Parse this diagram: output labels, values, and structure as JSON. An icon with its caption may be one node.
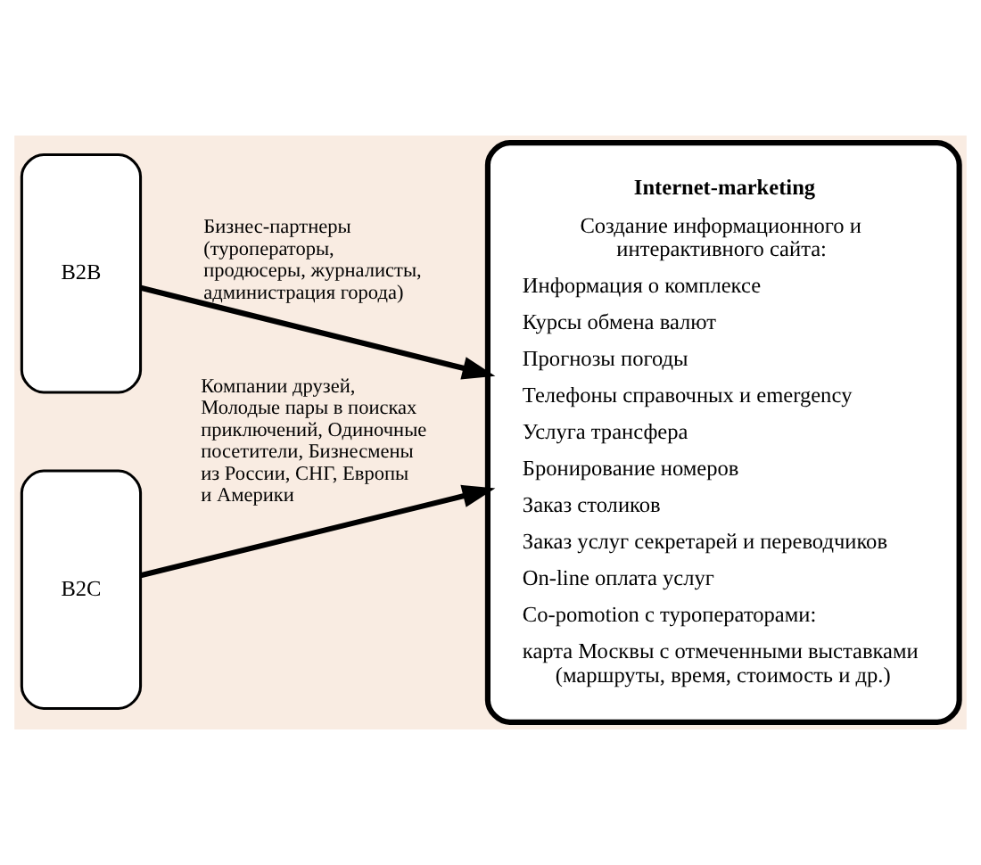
{
  "diagram": {
    "nodes": [
      {
        "text": [
          "B2B"
        ]
      },
      {
        "text": [
          "B2C"
        ]
      },
      {
        "text": [
          "Internet-marketing",
          "Создание информационного и интерактивного сайта:",
          "Информация о комплексе",
          "Курсы обмена валют",
          "Прогнозы погоды",
          "Телефоны справочных и emergency",
          "Услуга трансфера",
          "Бронирование номеров",
          "Заказ столиков",
          "Заказ услуг секретарей и переводчиков",
          "On-line оплата услуг",
          "Co-pomotion с туроператорами:",
          "карта Москвы с отмеченными выставками (маршруты, время, стоимость и др.)"
        ]
      }
    ],
    "edges": [
      {
        "from": 0,
        "to": 2,
        "arrow": "to",
        "label": "Бизнес-партнеры (туроператоры, продюсеры, журналисты, администрация города)"
      },
      {
        "from": 1,
        "to": 2,
        "arrow": "to",
        "label": "Компании друзей, Молодые пары в поисках приключений, Одиночные посетители, Бизнесмены из России, СНГ, Европы и Америки"
      }
    ]
  }
}
